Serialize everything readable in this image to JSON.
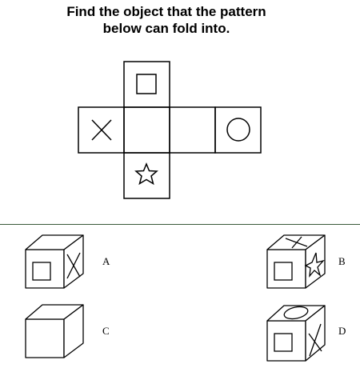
{
  "question": {
    "line1": "Find the object that the pattern",
    "line2": "below can fold into."
  },
  "net": {
    "faces": [
      {
        "position": "top",
        "symbol": "square-icon"
      },
      {
        "position": "left",
        "symbol": "x-icon"
      },
      {
        "position": "center",
        "symbol": "blank"
      },
      {
        "position": "center-right",
        "symbol": "blank"
      },
      {
        "position": "right",
        "symbol": "circle-icon"
      },
      {
        "position": "bottom",
        "symbol": "star-icon"
      }
    ]
  },
  "options": [
    {
      "label": "A",
      "top_face": "blank",
      "front_face": "square-icon",
      "side_face": "x-icon"
    },
    {
      "label": "B",
      "top_face": "x-icon",
      "front_face": "square-icon",
      "side_face": "star-icon"
    },
    {
      "label": "C",
      "top_face": "blank",
      "front_face": "blank",
      "side_face": "blank"
    },
    {
      "label": "D",
      "top_face": "circle-icon",
      "front_face": "square-icon",
      "side_face": "x-icon"
    }
  ]
}
